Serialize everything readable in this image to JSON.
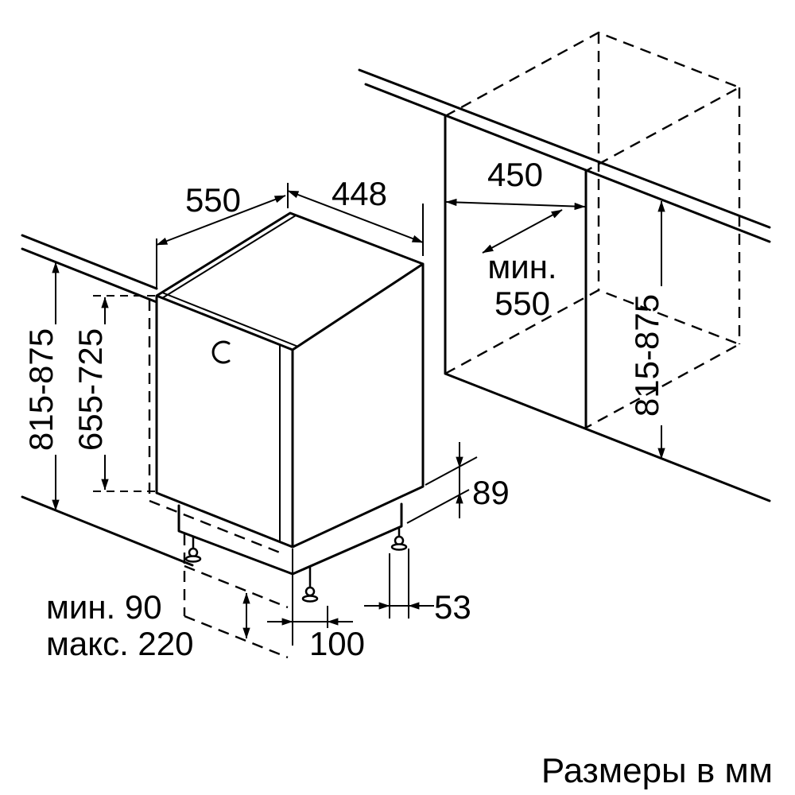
{
  "caption": "Размеры в мм",
  "colors": {
    "line": "#000000",
    "background": "#ffffff"
  },
  "appliance": {
    "top_depth": "550",
    "top_width": "448",
    "overall_height": "815-875",
    "panel_height": "655-725",
    "base_height": "89",
    "front_foot_offset": "100",
    "rear_foot_offset": "53",
    "plinth_gap_min": "мин. 90",
    "plinth_gap_max": "макс. 220"
  },
  "niche": {
    "width": "450",
    "min_depth_label": "мин.",
    "min_depth_value": "550",
    "height": "815-875"
  }
}
